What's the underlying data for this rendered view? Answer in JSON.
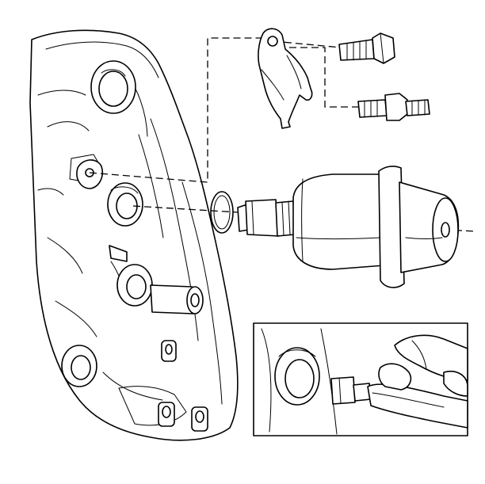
{
  "figure": {
    "kind": "exploded-assembly-line-drawing",
    "labels": [],
    "colors": {
      "ink": "#000000",
      "paper": "#ffffff"
    },
    "parts": [
      "engine-block",
      "bracket",
      "bolt",
      "stud-bolt",
      "o-ring",
      "fuel-pressure-regulator",
      "detail-inset"
    ]
  }
}
